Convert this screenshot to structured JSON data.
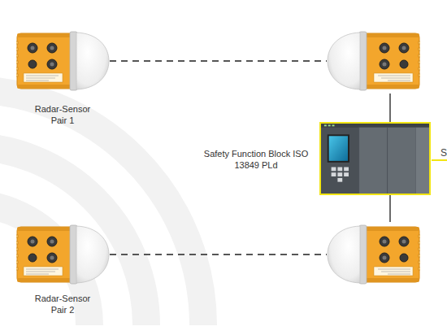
{
  "diagram": {
    "nodes": [
      {
        "text": [
          "Radar-Sensor Pair 1"
        ]
      },
      {
        "text": []
      },
      {
        "text": [
          "Safety Function Block ISO 13849 PLd"
        ]
      },
      {
        "text": [
          "Radar-Sensor Pair 2"
        ]
      },
      {
        "text": []
      }
    ],
    "edges": [
      {
        "from": 0,
        "to": 1,
        "arrow": "none"
      },
      {
        "from": 1,
        "to": 2,
        "arrow": "none"
      },
      {
        "from": 2,
        "to": 4,
        "arrow": "none"
      },
      {
        "from": 3,
        "to": 4,
        "arrow": "none"
      }
    ],
    "labels": [
      "S"
    ]
  }
}
